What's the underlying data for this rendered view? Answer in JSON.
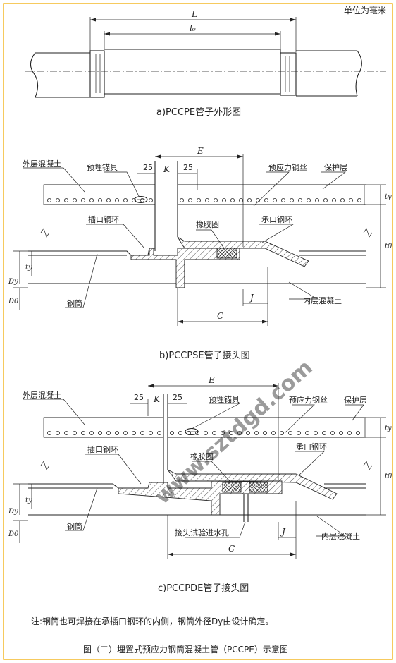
{
  "unit_label": "单位为毫米",
  "watermark": "www.sztdgd.com",
  "figure_a": {
    "caption": "a)PCCPE管子外形图",
    "dim_L": "L",
    "dim_l0": "l₀"
  },
  "figure_b": {
    "caption": "b)PCCPSE管子接头图",
    "labels": {
      "outer_concrete": "外层混凝土",
      "embedded_anchor": "预埋锚具",
      "prestressed_wire": "预应力钢丝",
      "protective_layer": "保护层",
      "spigot_ring": "插口钢环",
      "rubber_ring": "橡胶圈",
      "socket_ring": "承口钢环",
      "steel_cylinder": "钢筒",
      "inner_concrete": "内层混凝土"
    },
    "dims": {
      "E": "E",
      "K": "K",
      "d25a": "25",
      "d25b": "25",
      "ty": "ty",
      "t0": "t0",
      "tyl": "ty",
      "Dy": "Dy",
      "D0": "D0",
      "C": "C",
      "J": "J"
    }
  },
  "figure_c": {
    "caption": "c)PCCPDE管子接头图",
    "labels": {
      "outer_concrete": "外层混凝土",
      "embedded_anchor": "预埋锚具",
      "prestressed_wire": "预应力钢丝",
      "protective_layer": "保护层",
      "spigot_ring": "插口钢环",
      "rubber_ring": "橡胶圈",
      "socket_ring": "承口钢环",
      "steel_cylinder": "钢筒",
      "test_hole": "接头试验进水孔",
      "inner_concrete": "内层混凝土"
    },
    "dims": {
      "E": "E",
      "K": "K",
      "d25a": "25",
      "d25b": "25",
      "ty": "ty",
      "t0": "t0",
      "tyl": "ty",
      "Dy": "Dy",
      "D0": "D0",
      "C": "C",
      "J": "J"
    }
  },
  "note": "注:钢筒也可焊接在承插口钢环的内侧，钢筒外径Dy由设计确定。",
  "title": "图（二）埋置式预应力钢筒混凝土管（PCCPE）示意图",
  "colors": {
    "frame": "#f2b31a",
    "ink": "#222222",
    "watermark": "#e0523a"
  }
}
